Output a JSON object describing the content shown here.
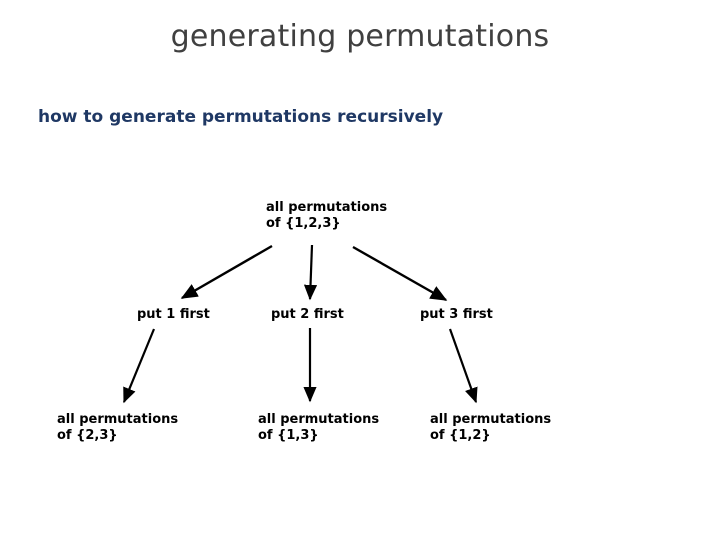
{
  "slide": {
    "title": "generating permutations",
    "subtitle": "how to generate permutations recursively",
    "colors": {
      "background": "#ffffff",
      "title": "#404040",
      "subtitle": "#1f3864",
      "node_text": "#000000",
      "arrow": "#000000"
    }
  },
  "diagram": {
    "type": "recursion-tree",
    "root": {
      "line1": "all permutations",
      "line2": "of {1,2,3}"
    },
    "branch_labels": [
      {
        "label": "put 1 first"
      },
      {
        "label": "put 2 first"
      },
      {
        "label": "put 3 first"
      }
    ],
    "children": [
      {
        "line1": "all permutations",
        "line2": "of {2,3}"
      },
      {
        "line1": "all permutations",
        "line2": "of {1,3}"
      },
      {
        "line1": "all permutations",
        "line2": "of {1,2}"
      }
    ]
  }
}
